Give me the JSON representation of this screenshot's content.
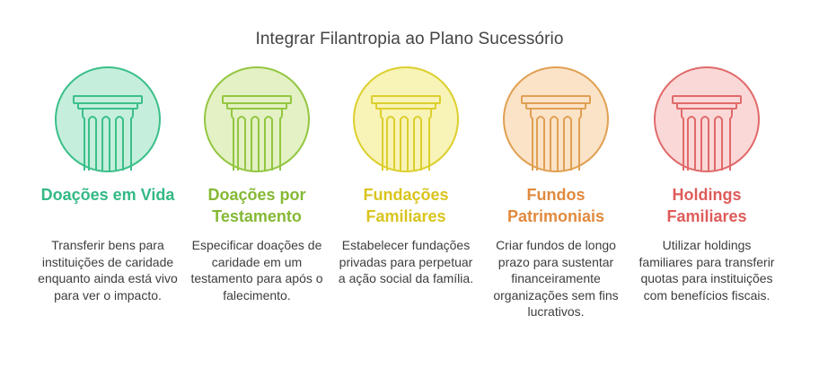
{
  "title": "Integrar Filantropia ao Plano Sucessório",
  "items": [
    {
      "heading": "Doações em Vida",
      "desc": "Transferir bens para instituições de caridade enquanto ainda está vivo para ver o impacto.",
      "icon": "pillar-icon",
      "fill": "#c5efdc",
      "stroke": "#3bbf89",
      "text_color": "#33b985"
    },
    {
      "heading": "Doações por Testamento",
      "desc": "Especificar doações de caridade em um testamento para após o falecimento.",
      "icon": "pillar-icon",
      "fill": "#e3f1c4",
      "stroke": "#93c641",
      "text_color": "#85b935"
    },
    {
      "heading": "Fundações Familiares",
      "desc": "Estabelecer fundações privadas para perpetuar a ação social da família.",
      "icon": "pillar-icon",
      "fill": "#f8f3b6",
      "stroke": "#dccf2e",
      "text_color": "#d9c41d"
    },
    {
      "heading": "Fundos Patrimoniais",
      "desc": "Criar fundos de longo prazo para sustentar financeiramente organizações sem fins lucrativos.",
      "icon": "pillar-icon",
      "fill": "#fbe3c8",
      "stroke": "#e0a052",
      "text_color": "#e08a3e"
    },
    {
      "heading": "Holdings Familiares",
      "desc": "Utilizar holdings familiares para transferir quotas para instituições com benefícios fiscais.",
      "icon": "pillar-icon",
      "fill": "#fbd8d8",
      "stroke": "#e06a6a",
      "text_color": "#df5b5b"
    }
  ]
}
